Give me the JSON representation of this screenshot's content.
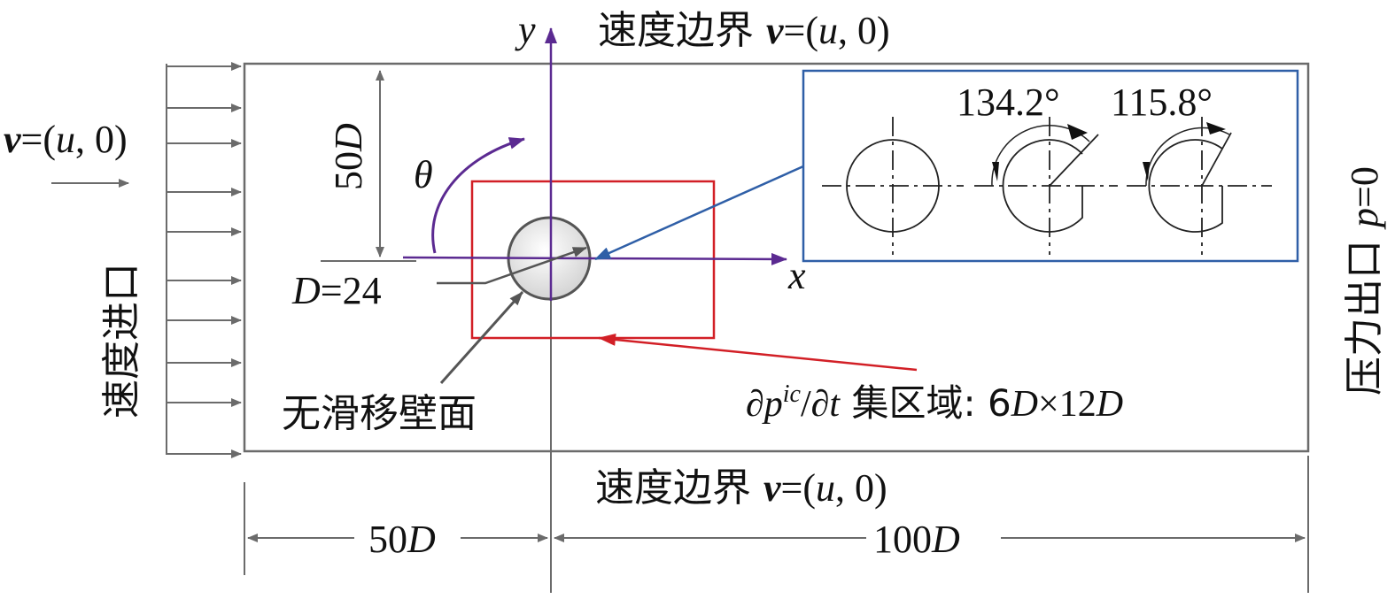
{
  "colors": {
    "boundary": "#6b6b6b",
    "axis": "#5b2a91",
    "highlight_box": "#d21f26",
    "inset_box": "#2f5fa7",
    "text": "#111111",
    "cylinder_fill": "#e6e6e6"
  },
  "labels": {
    "top_boundary_prefix": "速度边界 ",
    "top_boundary_bold": "v",
    "top_boundary_suffix": "=(",
    "top_boundary_var": "u",
    "top_boundary_tail": ", 0)",
    "bottom_boundary_prefix": "速度边界 ",
    "bottom_boundary_bold": "v",
    "bottom_boundary_suffix": "=(",
    "bottom_boundary_var": "u",
    "bottom_boundary_tail": ", 0)",
    "inlet_bold": "v",
    "inlet_suffix": "=(",
    "inlet_var": "u",
    "inlet_tail": ", 0)",
    "inlet_name": "速度进口",
    "outlet_name": "压力出口 ",
    "outlet_var": "p",
    "outlet_tail": "=0",
    "y_axis": "y",
    "x_axis": "x",
    "theta": "θ",
    "height_num": "50",
    "height_var": "D",
    "diameter_var": "D",
    "diameter_tail": "=24",
    "wall": "无滑移壁面",
    "region_prefix": "∂",
    "region_p": "p",
    "region_sup": "ic",
    "region_mid": "/∂",
    "region_t": "t",
    "region_cn": " 集区域: 6",
    "region_d1": "D",
    "region_x": "×12",
    "region_d2": "D",
    "dim_left_num": "50",
    "dim_left_var": "D",
    "dim_right_num": "100",
    "dim_right_var": "D",
    "angle_1": "134.2°",
    "angle_2": "115.8°"
  }
}
